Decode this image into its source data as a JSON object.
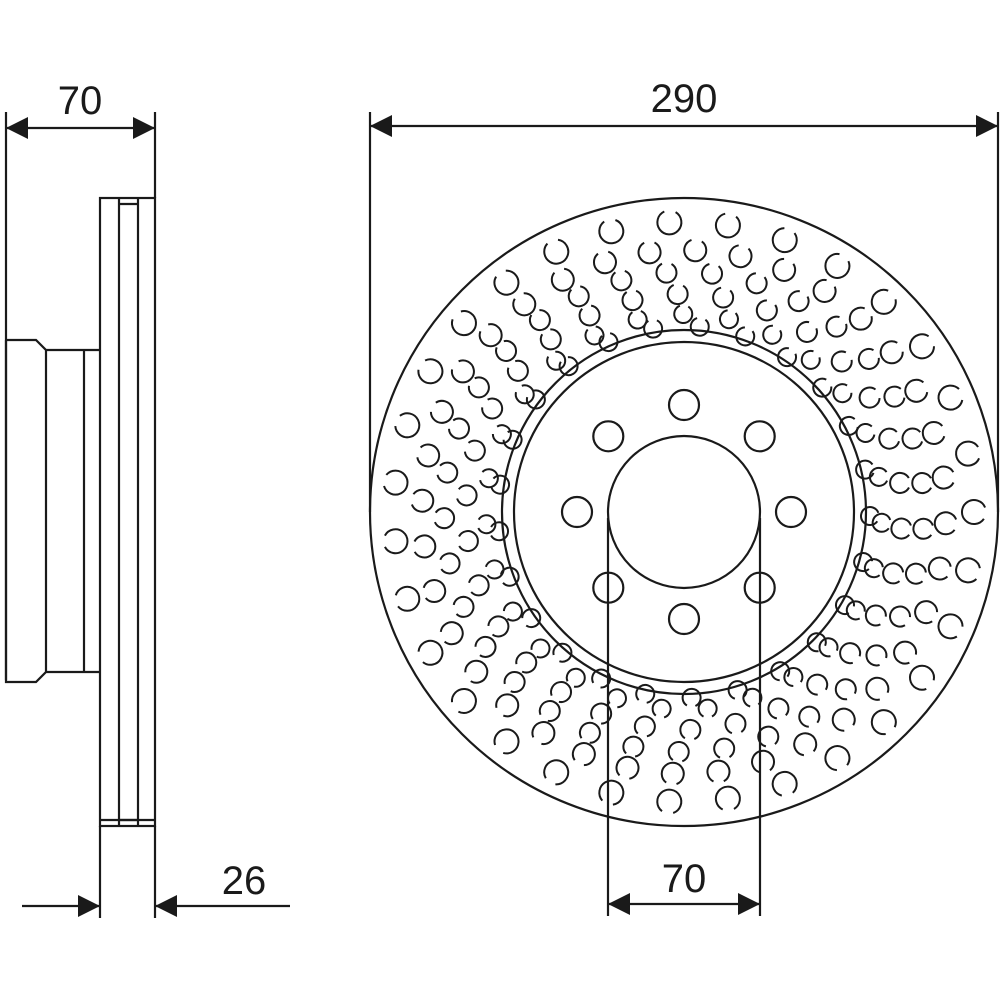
{
  "dimensions": {
    "hub_height": "70",
    "outer_diameter": "290",
    "thickness": "26",
    "center_bore": "70"
  },
  "colors": {
    "line": "#1a1a1a",
    "background": "#ffffff"
  },
  "disc": {
    "bolt_hole_count": 8,
    "drill_rings": 6
  }
}
